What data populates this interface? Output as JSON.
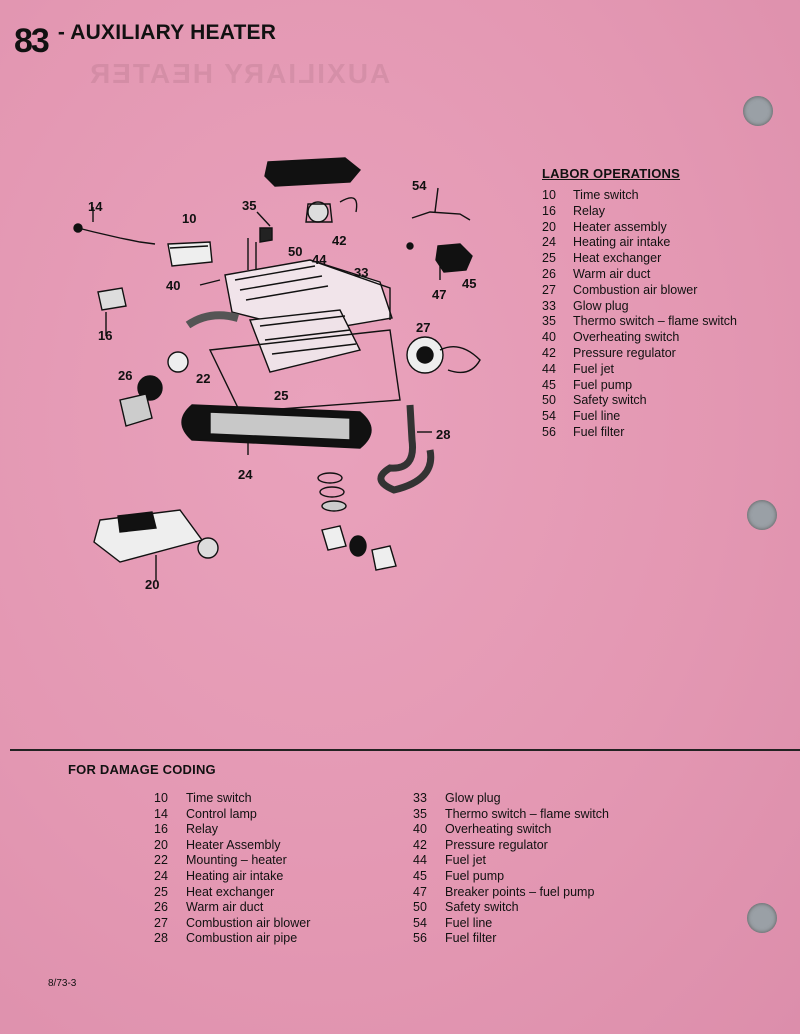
{
  "header": {
    "section_number": "83",
    "title": "- AUXILIARY HEATER",
    "ghost_title": "AUXILIARY HEATER"
  },
  "labor_operations": {
    "heading": "LABOR OPERATIONS",
    "items": [
      {
        "code": "10",
        "label": "Time switch"
      },
      {
        "code": "16",
        "label": "Relay"
      },
      {
        "code": "20",
        "label": "Heater assembly"
      },
      {
        "code": "24",
        "label": "Heating air intake"
      },
      {
        "code": "25",
        "label": "Heat exchanger"
      },
      {
        "code": "26",
        "label": "Warm air duct"
      },
      {
        "code": "27",
        "label": "Combustion air blower"
      },
      {
        "code": "33",
        "label": "Glow plug"
      },
      {
        "code": "35",
        "label": "Thermo switch – flame switch"
      },
      {
        "code": "40",
        "label": "Overheating switch"
      },
      {
        "code": "42",
        "label": "Pressure regulator"
      },
      {
        "code": "44",
        "label": "Fuel jet"
      },
      {
        "code": "45",
        "label": "Fuel pump"
      },
      {
        "code": "50",
        "label": "Safety switch"
      },
      {
        "code": "54",
        "label": "Fuel line"
      },
      {
        "code": "56",
        "label": "Fuel filter"
      }
    ]
  },
  "diagram_callouts": [
    "14",
    "10",
    "35",
    "50",
    "44",
    "33",
    "54",
    "42",
    "47",
    "45",
    "40",
    "16",
    "27",
    "26",
    "22",
    "25",
    "28",
    "24",
    "20"
  ],
  "damage_coding": {
    "heading": "FOR DAMAGE CODING",
    "left": [
      {
        "code": "10",
        "label": "Time switch"
      },
      {
        "code": "14",
        "label": "Control lamp"
      },
      {
        "code": "16",
        "label": "Relay"
      },
      {
        "code": "20",
        "label": "Heater Assembly"
      },
      {
        "code": "22",
        "label": "Mounting – heater"
      },
      {
        "code": "24",
        "label": "Heating air intake"
      },
      {
        "code": "25",
        "label": "Heat exchanger"
      },
      {
        "code": "26",
        "label": "Warm air duct"
      },
      {
        "code": "27",
        "label": "Combustion air blower"
      },
      {
        "code": "28",
        "label": "Combustion air pipe"
      }
    ],
    "right": [
      {
        "code": "33",
        "label": "Glow plug"
      },
      {
        "code": "35",
        "label": "Thermo switch – flame switch"
      },
      {
        "code": "40",
        "label": "Overheating switch"
      },
      {
        "code": "42",
        "label": "Pressure regulator"
      },
      {
        "code": "44",
        "label": "Fuel jet"
      },
      {
        "code": "45",
        "label": "Fuel pump"
      },
      {
        "code": "47",
        "label": "Breaker points – fuel pump"
      },
      {
        "code": "50",
        "label": "Safety switch"
      },
      {
        "code": "54",
        "label": "Fuel line"
      },
      {
        "code": "56",
        "label": "Fuel filter"
      }
    ]
  },
  "footer": {
    "page_code": "8/73-3"
  }
}
